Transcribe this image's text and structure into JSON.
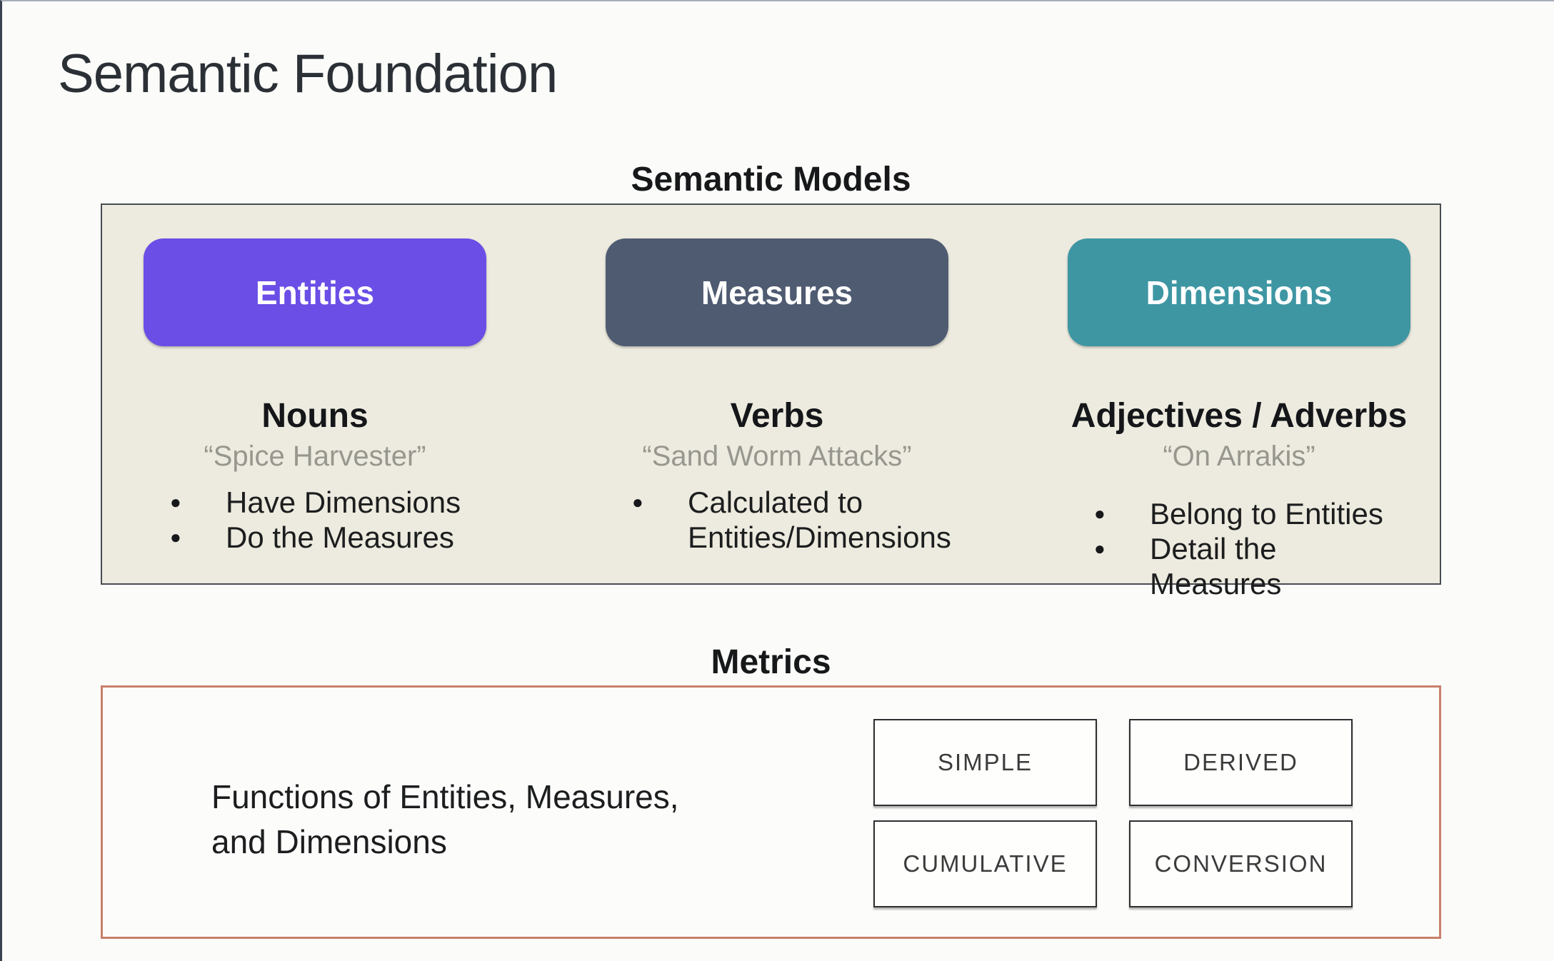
{
  "page": {
    "title": "Semantic Foundation"
  },
  "semantic_models": {
    "heading": "Semantic Models",
    "panel_bg": "#EDEBDF",
    "panel_border": "#484D52",
    "columns": [
      {
        "pill": "Entities",
        "pill_color": "#6A4EE6",
        "role": "Nouns",
        "example": "“Spice Harvester”",
        "bullets": [
          "Have Dimensions",
          "Do the Measures"
        ]
      },
      {
        "pill": "Measures",
        "pill_color": "#4F5B71",
        "role": "Verbs",
        "example": "“Sand Worm Attacks”",
        "bullets": [
          "Calculated to\nEntities/Dimensions"
        ]
      },
      {
        "pill": "Dimensions",
        "pill_color": "#3E96A3",
        "role": "Adjectives / Adverbs",
        "example": "“On Arrakis”",
        "bullets": [
          "Belong to Entities",
          "Detail the Measures"
        ]
      }
    ]
  },
  "metrics": {
    "heading": "Metrics",
    "border_color": "#C8806A",
    "description": "Functions of Entities, Measures,\nand Dimensions",
    "types": [
      "SIMPLE",
      "DERIVED",
      "CUMULATIVE",
      "CONVERSION"
    ]
  }
}
